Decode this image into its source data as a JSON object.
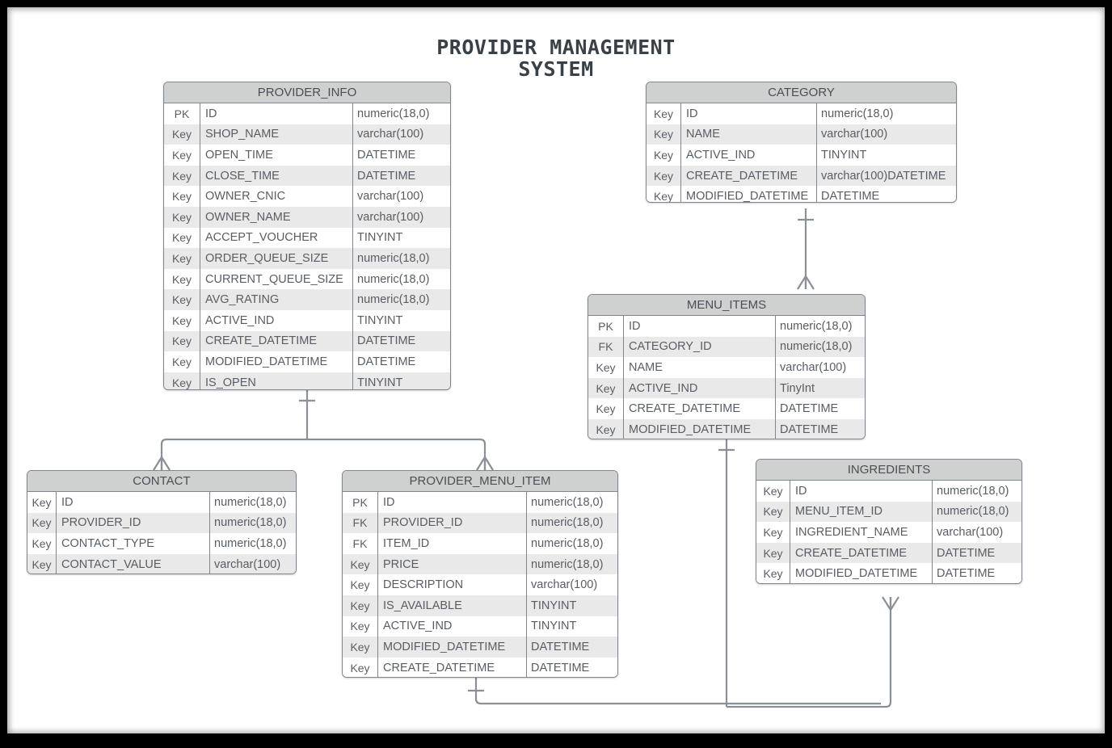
{
  "diagram": {
    "title": "PROVIDER MANAGEMENT\nSYSTEM",
    "notation": "crow's-foot ERD",
    "colors": {
      "header_fill": "#cfd0d0",
      "row_fill": "#ffffff",
      "row_alt_fill": "#e9e9e9",
      "border": "#81868d",
      "connector": "#8b9097",
      "text": "#585d64",
      "canvas": "#ffffff",
      "frame": "#000000"
    }
  },
  "entities": {
    "provider_info": {
      "name": "PROVIDER_INFO",
      "rows": [
        {
          "key": "PK",
          "column": "ID",
          "type": "numeric(18,0)"
        },
        {
          "key": "Key",
          "column": "SHOP_NAME",
          "type": "varchar(100)"
        },
        {
          "key": "Key",
          "column": "OPEN_TIME",
          "type": "DATETIME"
        },
        {
          "key": "Key",
          "column": "CLOSE_TIME",
          "type": "DATETIME"
        },
        {
          "key": "Key",
          "column": "OWNER_CNIC",
          "type": "varchar(100)"
        },
        {
          "key": "Key",
          "column": "OWNER_NAME",
          "type": "varchar(100)"
        },
        {
          "key": "Key",
          "column": "ACCEPT_VOUCHER",
          "type": "TINYINT"
        },
        {
          "key": "Key",
          "column": "ORDER_QUEUE_SIZE",
          "type": "numeric(18,0)"
        },
        {
          "key": "Key",
          "column": "CURRENT_QUEUE_SIZE",
          "type": "numeric(18,0)"
        },
        {
          "key": "Key",
          "column": "AVG_RATING",
          "type": "numeric(18,0)"
        },
        {
          "key": "Key",
          "column": "ACTIVE_IND",
          "type": "TINYINT"
        },
        {
          "key": "Key",
          "column": "CREATE_DATETIME",
          "type": "DATETIME"
        },
        {
          "key": "Key",
          "column": "MODIFIED_DATETIME",
          "type": "DATETIME"
        },
        {
          "key": "Key",
          "column": "IS_OPEN",
          "type": "TINYINT"
        }
      ]
    },
    "category": {
      "name": "CATEGORY",
      "rows": [
        {
          "key": "Key",
          "column": "ID",
          "type": "numeric(18,0)"
        },
        {
          "key": "Key",
          "column": "NAME",
          "type": "varchar(100)"
        },
        {
          "key": "Key",
          "column": "ACTIVE_IND",
          "type": "TINYINT"
        },
        {
          "key": "Key",
          "column": "CREATE_DATETIME",
          "type": "varchar(100)DATETIME"
        },
        {
          "key": "Key",
          "column": "MODIFIED_DATETIME",
          "type": "DATETIME"
        }
      ]
    },
    "menu_items": {
      "name": "MENU_ITEMS",
      "rows": [
        {
          "key": "PK",
          "column": "ID",
          "type": "numeric(18,0)"
        },
        {
          "key": "FK",
          "column": "CATEGORY_ID",
          "type": "numeric(18,0)"
        },
        {
          "key": "Key",
          "column": "NAME",
          "type": "varchar(100)"
        },
        {
          "key": "Key",
          "column": "ACTIVE_IND",
          "type": "TinyInt"
        },
        {
          "key": "Key",
          "column": "CREATE_DATETIME",
          "type": "DATETIME"
        },
        {
          "key": "Key",
          "column": "MODIFIED_DATETIME",
          "type": "DATETIME"
        }
      ]
    },
    "contact": {
      "name": "CONTACT",
      "rows": [
        {
          "key": "Key",
          "column": "ID",
          "type": "numeric(18,0)"
        },
        {
          "key": "Key",
          "column": "PROVIDER_ID",
          "type": "numeric(18,0)"
        },
        {
          "key": "Key",
          "column": "CONTACT_TYPE",
          "type": "numeric(18,0)"
        },
        {
          "key": "Key",
          "column": "CONTACT_VALUE",
          "type": "varchar(100)"
        }
      ]
    },
    "provider_menu_item": {
      "name": "PROVIDER_MENU_ITEM",
      "rows": [
        {
          "key": "PK",
          "column": "ID",
          "type": "numeric(18,0)"
        },
        {
          "key": "FK",
          "column": "PROVIDER_ID",
          "type": "numeric(18,0)"
        },
        {
          "key": "FK",
          "column": "ITEM_ID",
          "type": "numeric(18,0)"
        },
        {
          "key": "Key",
          "column": "PRICE",
          "type": "numeric(18,0)"
        },
        {
          "key": "Key",
          "column": "DESCRIPTION",
          "type": "varchar(100)"
        },
        {
          "key": "Key",
          "column": "IS_AVAILABLE",
          "type": "TINYINT"
        },
        {
          "key": "Key",
          "column": "ACTIVE_IND",
          "type": "TINYINT"
        },
        {
          "key": "Key",
          "column": "MODIFIED_DATETIME",
          "type": "DATETIME"
        },
        {
          "key": "Key",
          "column": "CREATE_DATETIME",
          "type": "DATETIME"
        }
      ]
    },
    "ingredients": {
      "name": "INGREDIENTS",
      "rows": [
        {
          "key": "Key",
          "column": "ID",
          "type": "numeric(18,0)"
        },
        {
          "key": "Key",
          "column": "MENU_ITEM_ID",
          "type": "numeric(18,0)"
        },
        {
          "key": "Key",
          "column": "INGREDIENT_NAME",
          "type": "varchar(100)"
        },
        {
          "key": "Key",
          "column": "CREATE_DATETIME",
          "type": "DATETIME"
        },
        {
          "key": "Key",
          "column": "MODIFIED_DATETIME",
          "type": "DATETIME"
        }
      ]
    }
  },
  "relationships": [
    {
      "from": "CATEGORY",
      "to": "MENU_ITEMS",
      "from_cardinality": "one",
      "to_cardinality": "many"
    },
    {
      "from": "PROVIDER_INFO",
      "to": "CONTACT",
      "from_cardinality": "one",
      "to_cardinality": "many"
    },
    {
      "from": "PROVIDER_INFO",
      "to": "PROVIDER_MENU_ITEM",
      "from_cardinality": "one",
      "to_cardinality": "many"
    },
    {
      "from": "MENU_ITEMS",
      "to": "INGREDIENTS",
      "from_cardinality": "one",
      "to_cardinality": "many"
    },
    {
      "from": "PROVIDER_MENU_ITEM",
      "to": "INGREDIENTS",
      "from_cardinality": "one",
      "to_cardinality": "many"
    }
  ]
}
